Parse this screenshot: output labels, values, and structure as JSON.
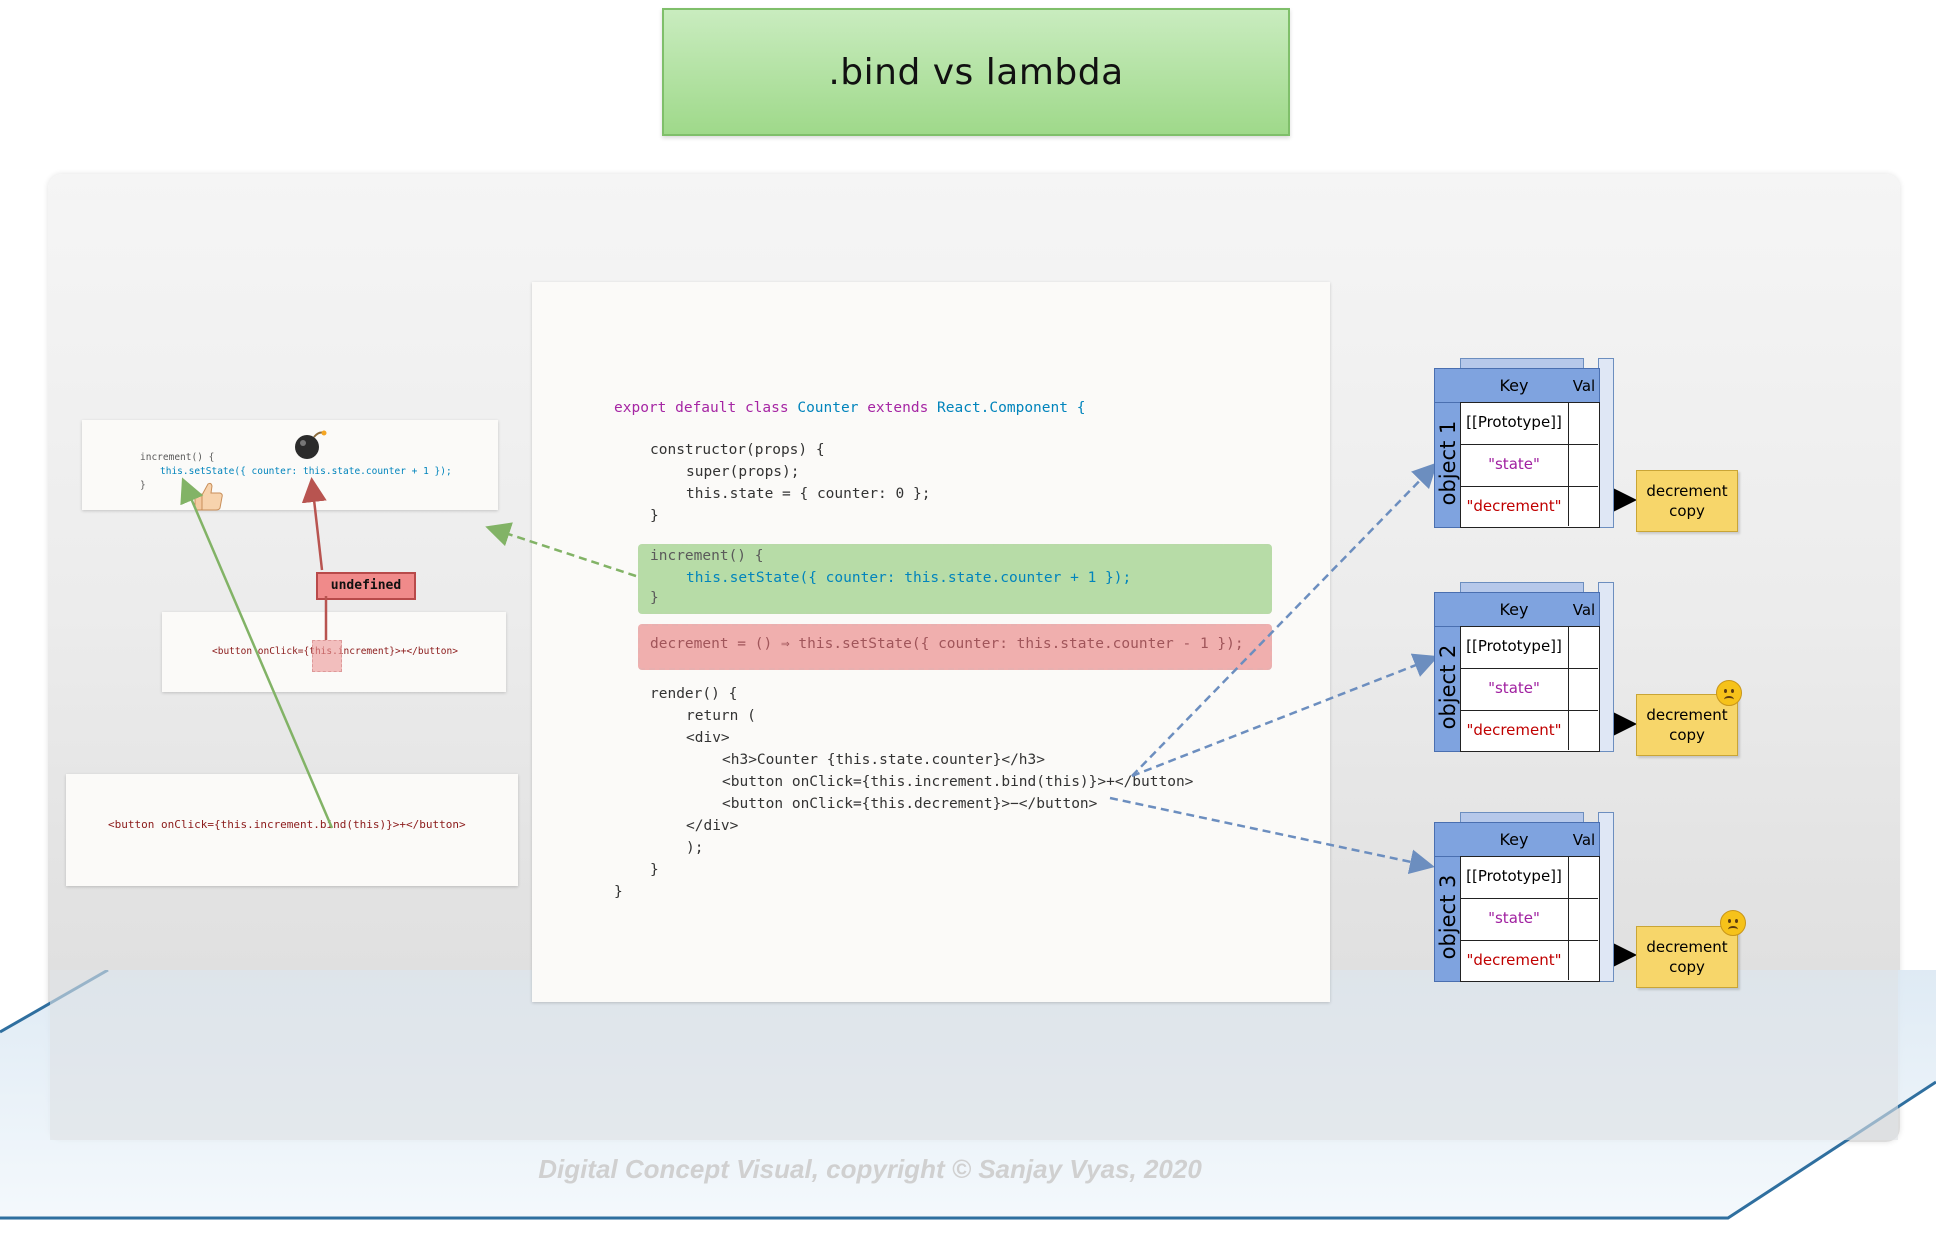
{
  "title": ".bind vs lambda",
  "copyright": "Digital Concept Visual, copyright © Sanjay Vyas, 2020",
  "code": {
    "l1_kw1": "export default class",
    "l1_name": " Counter ",
    "l1_kw2": "extends",
    "l1_rest": " React.Component {",
    "l2": "constructor(props) {",
    "l3": "super(props);",
    "l4": "this.state = { counter: 0 };",
    "l5": "}",
    "inc1": "increment() {",
    "inc2": "this.setState({ counter: this.state.counter + 1 });",
    "inc3": "}",
    "dec": "decrement = () ⇒ this.setState({ counter: this.state.counter - 1 });",
    "r1": "render() {",
    "r2": "return (",
    "r3": "<div>",
    "r4": "<h3>Counter {this.state.counter}</h3>",
    "r5": "<button onClick={this.increment.bind(this)}>+</button>",
    "r6": "<button onClick={this.decrement}>−</button>",
    "r7": "</div>",
    "r8": ");",
    "r9": "}",
    "r10": "}"
  },
  "snippets": {
    "top_l1": "increment() {",
    "top_l2": "this.setState({ counter: this.state.counter + 1 });",
    "top_l3": "}",
    "middle": "<button onClick={this.increment}>+</button>",
    "bottom": "<button onClick={this.increment.bind(this)}>+</button>"
  },
  "undefined_label": "undefined",
  "objects": [
    {
      "name": "object 1",
      "key_header": "Key",
      "val_header": "Val",
      "rows": [
        "[[Prototype]]",
        "\"state\"",
        "\"decrement\""
      ],
      "note": [
        "decrement",
        "copy"
      ]
    },
    {
      "name": "object 2",
      "key_header": "Key",
      "val_header": "Val",
      "rows": [
        "[[Prototype]]",
        "\"state\"",
        "\"decrement\""
      ],
      "note": [
        "decrement",
        "copy"
      ]
    },
    {
      "name": "object 3",
      "key_header": "Key",
      "val_header": "Val",
      "rows": [
        "[[Prototype]]",
        "\"state\"",
        "\"decrement\""
      ],
      "note": [
        "decrement",
        "copy"
      ]
    }
  ],
  "icons": [
    "bomb-icon",
    "thumbs-up-icon",
    "sad-face-icon"
  ],
  "colors": {
    "green_arrow": "#82b366",
    "red_arrow": "#b85450",
    "blue_arrow": "#6c8ebf",
    "note_yellow": "#f7d66a",
    "table_blue": "#7fa3df"
  }
}
